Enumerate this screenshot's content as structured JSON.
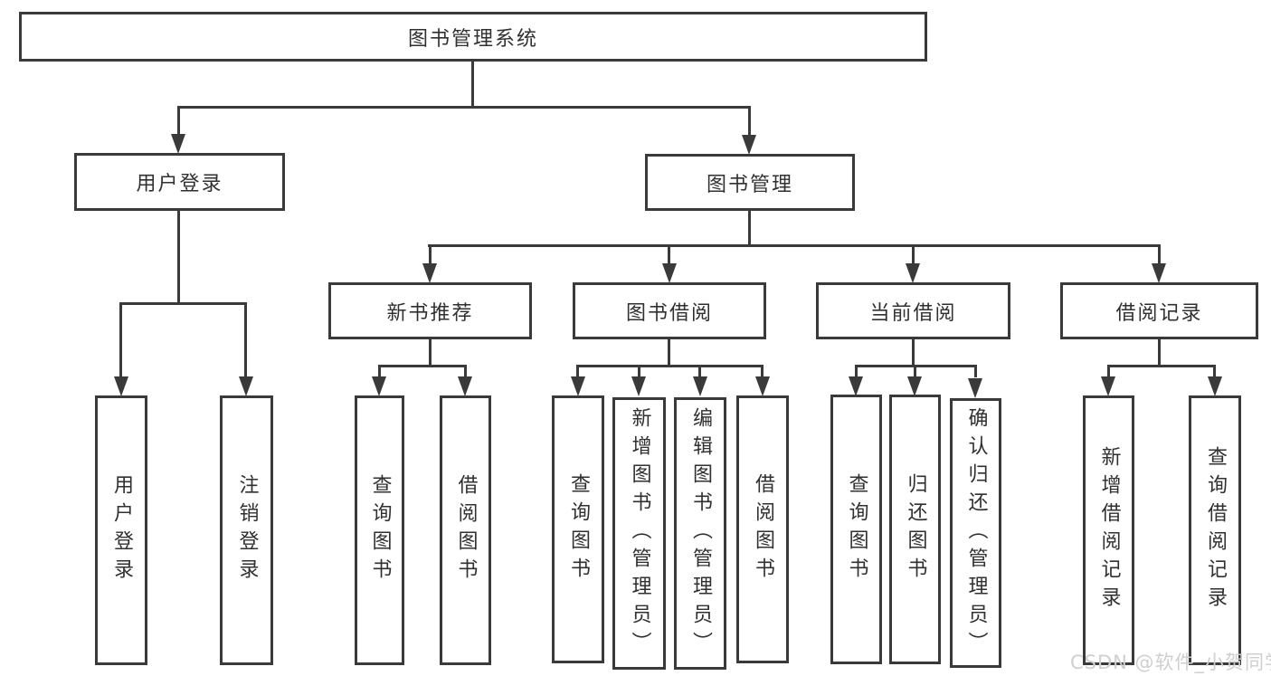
{
  "diagram": {
    "title": "图书管理系统",
    "level2": {
      "user_login": "用户登录",
      "book_mgmt": "图书管理"
    },
    "level3": {
      "new_book": "新书推荐",
      "book_borrow": "图书借阅",
      "current_borrow": "当前借阅",
      "borrow_record": "借阅记录"
    },
    "leaves": {
      "user_login": [
        "用户登录",
        "注销登录"
      ],
      "new_book": [
        "查询图书",
        "借阅图书"
      ],
      "book_borrow": [
        "查询图书",
        "新增图书（管理员）",
        "编辑图书（管理员）",
        "借阅图书"
      ],
      "current_borrow": [
        "查询图书",
        "归还图书",
        "确认归还（管理员）"
      ],
      "borrow_record": [
        "新增借阅记录",
        "查询借阅记录"
      ]
    }
  },
  "watermark": {
    "text": "CSDN @软件_小贺同学",
    "color": "#cfcfcf"
  },
  "colors": {
    "line": "#3a3a3a",
    "text": "#303030",
    "box_background": "#ffffff"
  }
}
